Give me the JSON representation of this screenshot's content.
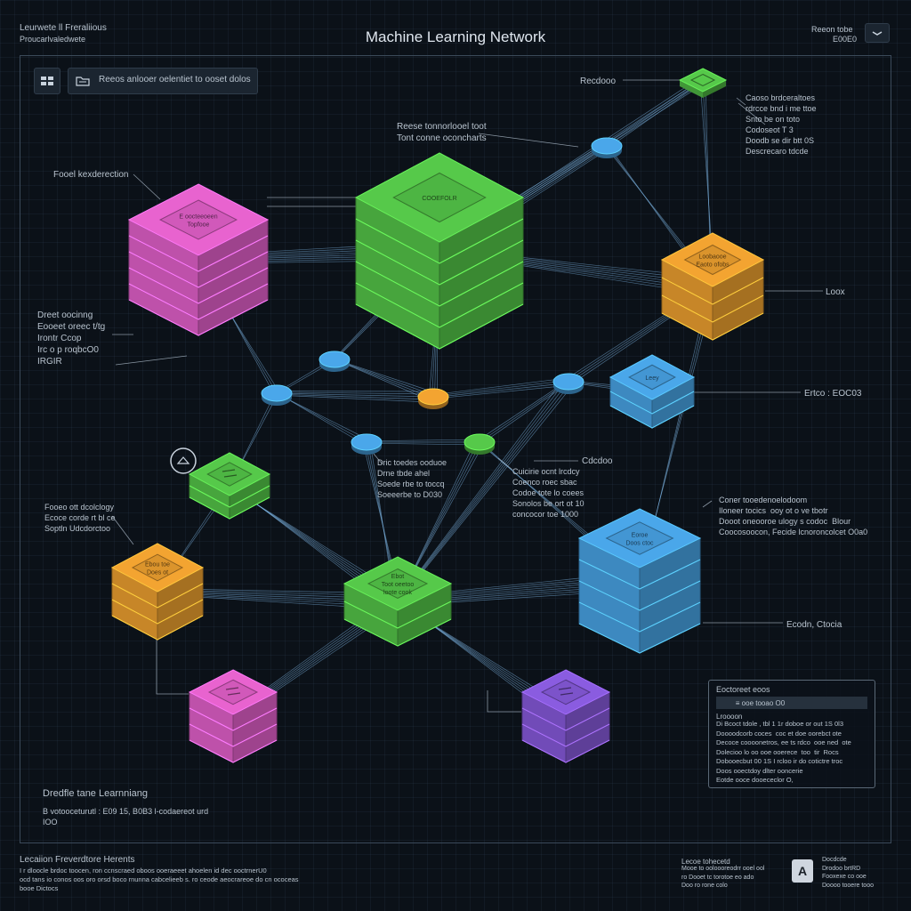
{
  "header": {
    "top_left_line1": "Leurwete ll Freraliious",
    "top_left_line2": "Proucarlvaledwete",
    "title": "Machine Learning Network",
    "top_right_line1": "Reeon tobe",
    "top_right_line2": "E00E0"
  },
  "toolbar": {
    "search_label": "Reeos anlooer oelentiet to ooset dolos"
  },
  "labels": {
    "l_recdoo": "Recdooo",
    "l_top_right": "Caoso brdceraltoes\nrdrcce bnd i me ttoe\nSnto be on toto\nCodoseot T 3\nDoodb se dir btt 0S\nDescrecaro tdcde",
    "l_top_center": "Reese tonnorlooel toot\nTont conne oconcharts",
    "l_left_top": "Fooel kexderection",
    "l_left_mid": "Dreet oocinng\nEooeet oreec t/tg\nIrontr Ccop\nIrc o p roqbcO0\nIRGIR",
    "l_right_loo": "Loox",
    "l_right_tdoo": "Ertco : EOC03",
    "l_center_left": "Dric toedes ooduoe\nDrne tbde ahel\nSoede rbe to toccq\nSoeeerbe to D030",
    "l_center_right": "Cuicirie ocnt lrcdcy\nCoenco roec sbac\nCodoe tote lo coees\nSonolos be ort ot 10\nconcocor toe 1000",
    "l_cdccdoo": "Cdcdoo",
    "l_left_low": "Fooeo ott dcolclogy\nEcoce corde rt bl ce\nSoptln Udcdorctoo",
    "l_right_mid": "Coner tooedenoelodoom\nIloneer tocics  ooy ot o ve tbotr\nDooot oneooroe ulogy s codoc  Blour\nCoocosoocon, Fecide lcnoroncolcet O0a0",
    "l_right_low": "Ecodn, Ctocia",
    "l_bottom_left1": "Dredfle tane Learnniang",
    "l_bottom_left2": "B votooceturutl : E09 15, B0B3 l-codaereot urd\nIOO",
    "footer_left_title": "Lecaiion Freverdtore Herents",
    "footer_left_text": "I r dloocle brdoc toocen, ron ccnscraed oboos ooeraeeet ahoelen id dec ooctrnerU0\nocd tans io conos oos oro orsd boco rnunna cabcelieeb s. ro ceode aeocrareoe do cn ococeas\nbooe Dictocs",
    "footer_right_title": "Lecoe tohecetd",
    "footer_right_text": "Mooe to ooloooreodrr ooel ool\nro Dooet tc torotoe eo ado\nDoo ro rone colo",
    "footer_a_label": "A",
    "footer_far_right": "Docdcde\nDrodoo brtRD\nFooxexe co ooe\nDoooo tooere tooo"
  },
  "nodes": {
    "pink_top": "E oocteeoeen\nTopfooe",
    "green_top": "COOEFOLR",
    "orange_right": "Loobaooe\nEaoto ofobs",
    "blue_right": "Leey",
    "green_small": "",
    "orange_left": "Ebou toe\nDoes ot",
    "green_center": "Ebot\nToot oeetoo\nloote cook",
    "blue_big": "Eoroe\nDoos ctoc",
    "pink_bottom": "",
    "purple_bottom": ""
  },
  "info_panel": {
    "title": "Eoctoreet eoos",
    "bar_text": "        ≡ ooe tooao O0",
    "subtitle": "Lroooon",
    "text": "Di Bcoct tdole , tbl 1 1r doboe or out 1S 0l3\nDoooodcorb coces  coc et doe oorebct ote\nDecoce coooonetros, ee ts rdco  ooe ned  ote\nDolecioo lo oo ooe ooerece  too  tir  Rocs\nDobooecbut 00 1S I rcloo ir do cotictre troc\nDoos ooectdoy dlter ooncerie\nEotde ooce dooececlor O,"
  },
  "colors": {
    "pink": "#e863cf",
    "green": "#56c94a",
    "orange": "#f3a431",
    "blue": "#4aa7ea",
    "purple": "#8a5ce0",
    "edge": "#7fb8e8",
    "connector": "#a9b6c4"
  }
}
